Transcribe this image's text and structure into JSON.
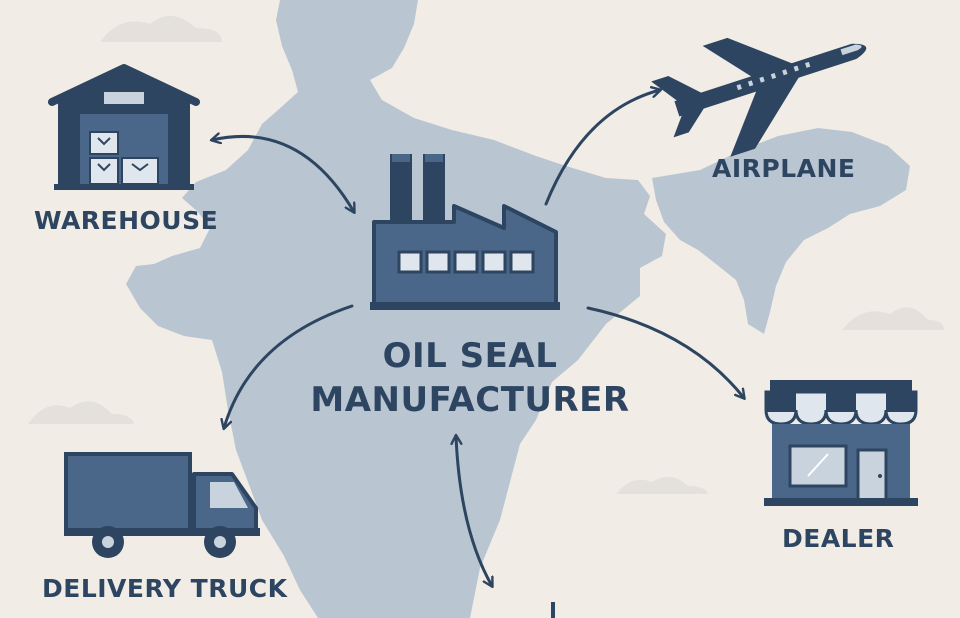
{
  "labels": {
    "warehouse": "WAREHOUSE",
    "airplane": "AIRPLANE",
    "center_line1": "OIL SEAL",
    "center_line2": "MANUFACTURER",
    "truck": "DELIVERY TRUCK",
    "dealer": "DEALER"
  },
  "colors": {
    "background": "#f1ede6",
    "map_fill": "#b9c6d2",
    "icon_dark": "#2d4560",
    "icon_mid": "#4a6688",
    "icon_light": "#c9d3dd",
    "cloud": "#e4e1dc"
  },
  "icons": {
    "center": "factory-icon",
    "warehouse": "warehouse-icon",
    "airplane": "airplane-icon",
    "dealer": "store-icon",
    "truck": "truck-icon"
  }
}
